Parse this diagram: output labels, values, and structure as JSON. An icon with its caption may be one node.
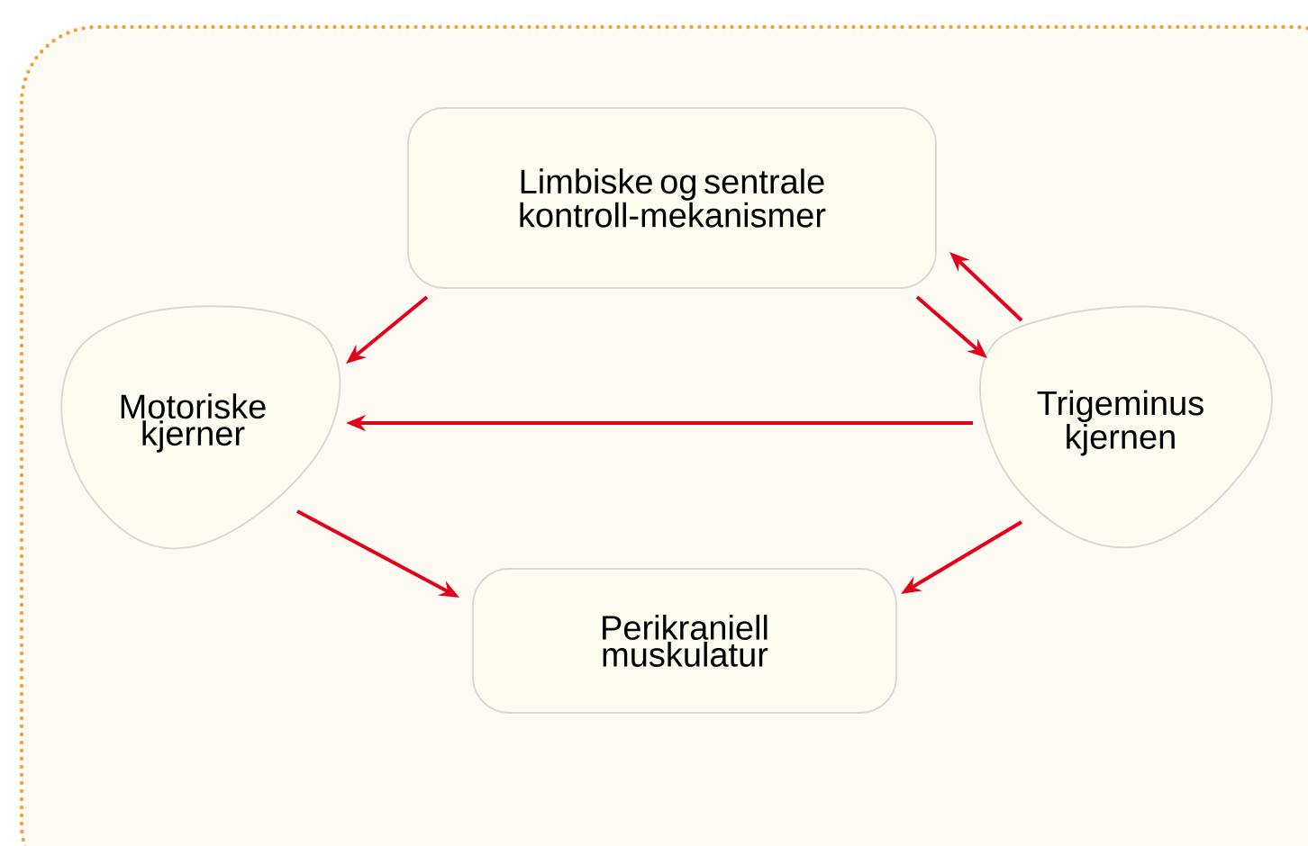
{
  "diagram": {
    "nodes": [
      {
        "text": [
          "Limbiske og sentrale kontroll-mekanismer"
        ]
      },
      {
        "text": [
          "Motoriske kjerner"
        ]
      },
      {
        "text": [
          "Trigeminus kjernen"
        ]
      },
      {
        "text": [
          "Perikraniell muskulatur"
        ]
      }
    ],
    "edges": [
      {
        "from": 0,
        "to": 1,
        "arrow": "to"
      },
      {
        "from": 0,
        "to": 2,
        "arrow": "to"
      },
      {
        "from": 2,
        "to": 0,
        "arrow": "to"
      },
      {
        "from": 2,
        "to": 1,
        "arrow": "to"
      },
      {
        "from": 1,
        "to": 3,
        "arrow": "to"
      },
      {
        "from": 2,
        "to": 3,
        "arrow": "to"
      }
    ]
  }
}
